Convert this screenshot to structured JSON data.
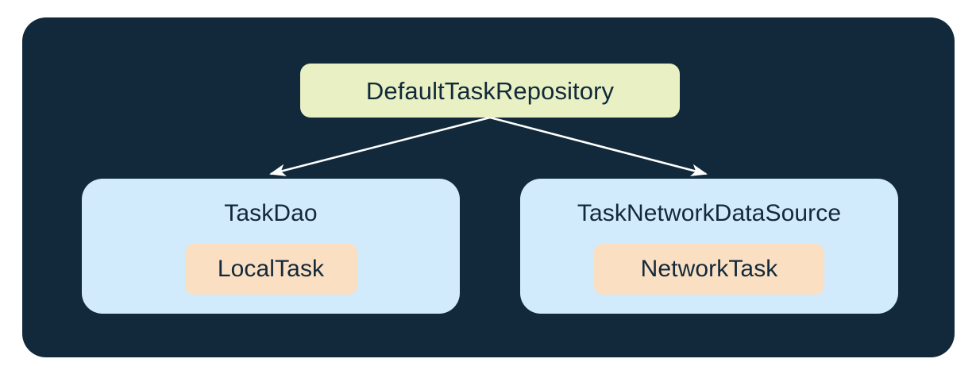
{
  "diagram": {
    "title": "Data layer dependency diagram",
    "panel_background": "#11293a",
    "connector_color": "#ffffff",
    "nodes": {
      "root": {
        "label": "DefaultTaskRepository",
        "role": "repository",
        "background": "#e8f0c4",
        "text_color": "#11293a"
      },
      "left": {
        "label": "TaskDao",
        "role": "local-data-source",
        "background": "#d1eafc",
        "text_color": "#11293a",
        "chip": {
          "label": "LocalTask",
          "background": "#fbdfc3",
          "text_color": "#11293a"
        }
      },
      "right": {
        "label": "TaskNetworkDataSource",
        "role": "network-data-source",
        "background": "#d1eafc",
        "text_color": "#11293a",
        "chip": {
          "label": "NetworkTask",
          "background": "#fbdfc3",
          "text_color": "#11293a"
        }
      }
    },
    "edges": [
      {
        "name": "root-to-left",
        "from": "DefaultTaskRepository",
        "to": "TaskDao",
        "style": "solid-arrow"
      },
      {
        "name": "root-to-right",
        "from": "DefaultTaskRepository",
        "to": "TaskNetworkDataSource",
        "style": "solid-arrow"
      }
    ]
  }
}
